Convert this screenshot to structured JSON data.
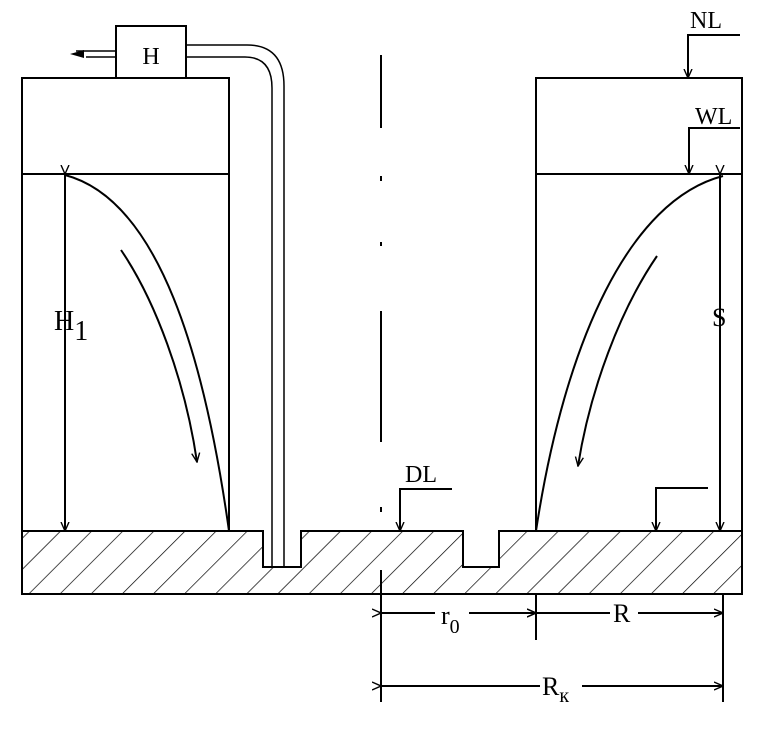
{
  "labels": {
    "pump": "H",
    "natural_level": "NL",
    "water_level": "WL",
    "dynamic_level": "DL",
    "head_left": "H",
    "head_left_sub": "1",
    "drawdown": "S",
    "well_radius": "r",
    "well_radius_sub": "0",
    "influence_radius": "R",
    "total_radius": "R",
    "total_radius_sub": "к"
  },
  "colors": {
    "ink": "#000000",
    "background": "#ffffff"
  }
}
